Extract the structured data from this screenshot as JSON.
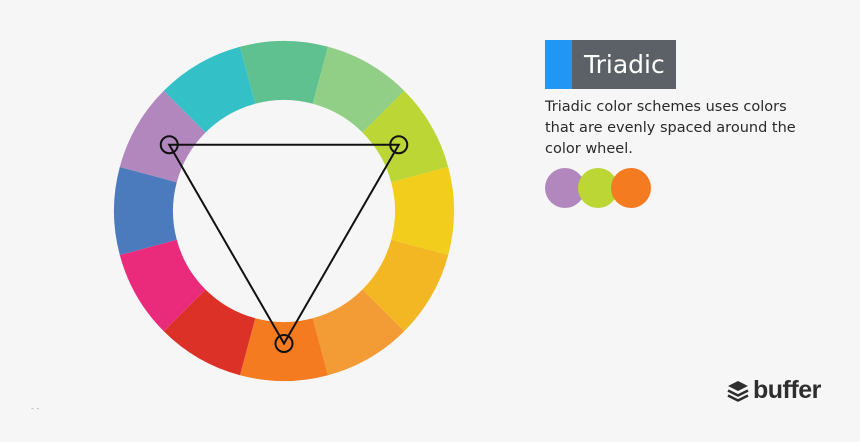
{
  "title": "Triadic",
  "description": "Triadic color schemes uses colors that are evenly spaced around the color wheel.",
  "brand": {
    "name": "buffer",
    "icon": "buffer-stack-icon"
  },
  "footer_mark": "- -",
  "colors": {
    "accent": "#2196f3",
    "title_bg": "#5b6166",
    "background": "#f6f6f6"
  },
  "wheel": {
    "segments": [
      {
        "name": "green",
        "color": "#5fc18f"
      },
      {
        "name": "light-green",
        "color": "#92cf86"
      },
      {
        "name": "yellow-green",
        "color": "#bcd636"
      },
      {
        "name": "yellow",
        "color": "#f2cd1b"
      },
      {
        "name": "yellow-orange",
        "color": "#f2b722"
      },
      {
        "name": "light-orange",
        "color": "#f39c36"
      },
      {
        "name": "orange",
        "color": "#f47b20"
      },
      {
        "name": "red",
        "color": "#dc3126"
      },
      {
        "name": "magenta",
        "color": "#ea2a7b"
      },
      {
        "name": "blue",
        "color": "#4b7bbd"
      },
      {
        "name": "purple",
        "color": "#b287bd"
      },
      {
        "name": "teal",
        "color": "#33c1c7"
      }
    ],
    "triad": [
      "purple",
      "yellow-green",
      "orange"
    ]
  },
  "swatches": [
    {
      "name": "purple",
      "color": "#b287bd"
    },
    {
      "name": "yellow-green",
      "color": "#bcd636"
    },
    {
      "name": "orange",
      "color": "#f47b20"
    }
  ]
}
